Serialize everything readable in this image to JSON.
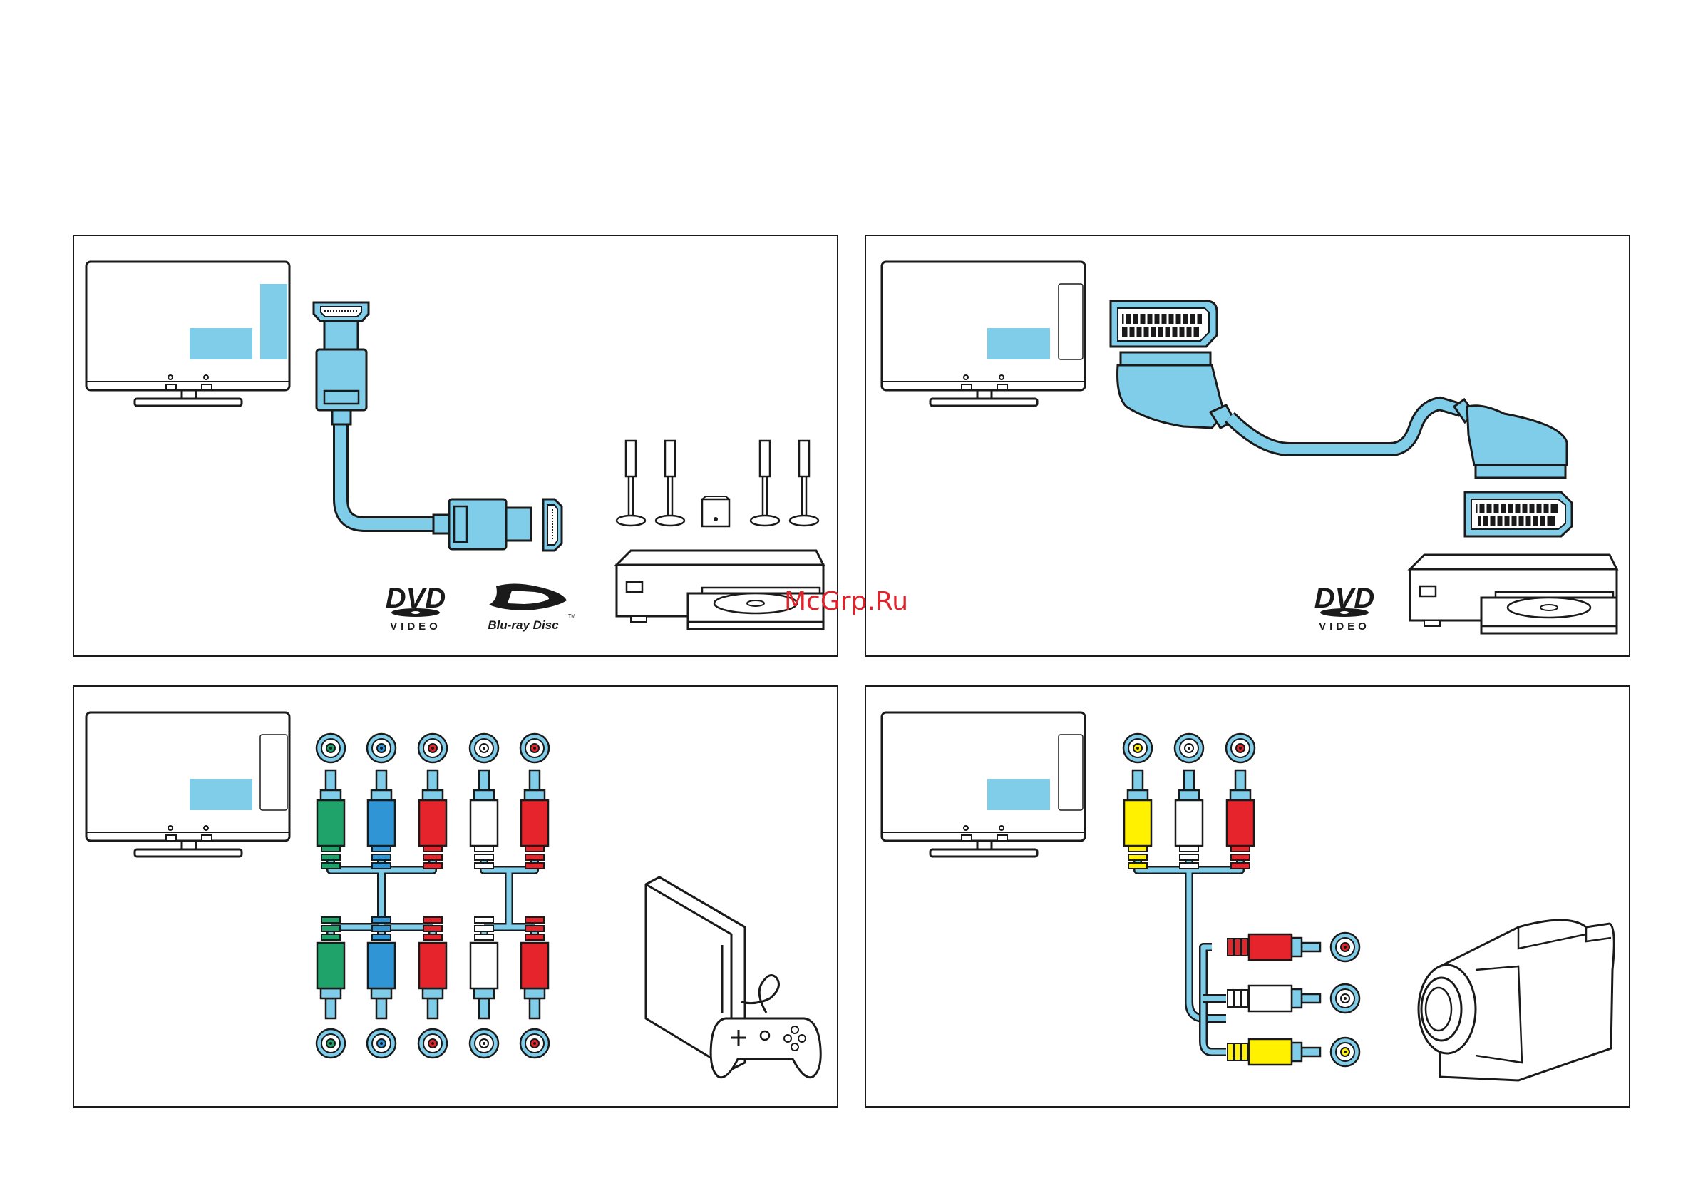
{
  "watermark": "McGrp.Ru",
  "colors": {
    "cable": "#7fcde9",
    "outline": "#1a1a1a",
    "screen_highlight": "#7fcde9",
    "green": "#1fa36b",
    "blue": "#2f95d5",
    "red": "#e5242b",
    "white": "#ffffff",
    "yellow": "#fff100",
    "watermark": "#e2222a"
  },
  "panels": [
    {
      "id": "hdmi",
      "connector": "hdmi-connector-icon",
      "devices": [
        "dvd-video-logo",
        "blu-ray-disc-logo",
        "home-theater-speakers-icon",
        "dvd-player-icon"
      ],
      "logos": {
        "dvd_top": "DVD",
        "dvd_bottom": "VIDEO",
        "bluray": "Blu-ray Disc",
        "tm": "TM"
      }
    },
    {
      "id": "scart",
      "connector": "scart-connector-icon",
      "devices": [
        "dvd-video-logo",
        "dvd-player-icon"
      ],
      "logos": {
        "dvd_top": "DVD",
        "dvd_bottom": "VIDEO"
      }
    },
    {
      "id": "component-ypbpr",
      "connector": "rca-connector-icon",
      "devices": [
        "game-console-icon",
        "gamepad-icon"
      ],
      "plug_colors": [
        "green",
        "blue",
        "red",
        "white",
        "red"
      ]
    },
    {
      "id": "composite-cvbs",
      "connector": "rca-connector-icon",
      "devices": [
        "camcorder-icon"
      ],
      "plug_colors": [
        "yellow",
        "white",
        "red"
      ]
    }
  ]
}
